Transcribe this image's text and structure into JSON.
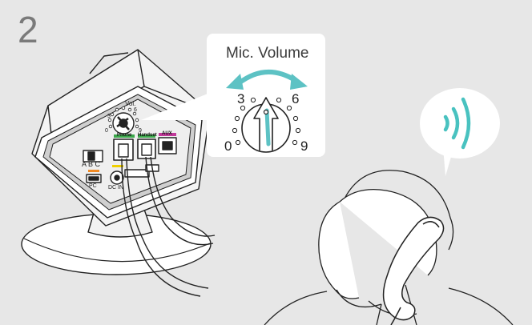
{
  "step_number": "2",
  "mic_volume": {
    "title": "Mic. Volume",
    "tick_labels": {
      "min": "0",
      "low": "3",
      "high": "6",
      "max": "9"
    }
  },
  "base_unit": {
    "dial_label": "Vol.",
    "dial_ticks": {
      "min": "0",
      "low": "3",
      "high": "6",
      "max": "9"
    },
    "switch_labels": "A B C",
    "port_labels": {
      "pc": "PC",
      "dc_in": "DC IN",
      "phone": "Phone",
      "handset": "Handset",
      "aux": "AUX"
    }
  },
  "colors": {
    "background": "#e7e7e7",
    "sound_waves": "#49c2c0",
    "volume_arrow": "#5dc2c4",
    "phone_port_tag": "#3aa64a",
    "handset_port_tag": "#3aa64a",
    "aux_port_tag": "#c2399b",
    "pc_port_tag": "#f08a24",
    "dc_port_tag": "#f0d000"
  },
  "icons": [
    "sound-waves-icon",
    "volume-arrow-icon",
    "volume-dial-icon",
    "telephone-handset-icon",
    "person-silhouette-icon"
  ]
}
